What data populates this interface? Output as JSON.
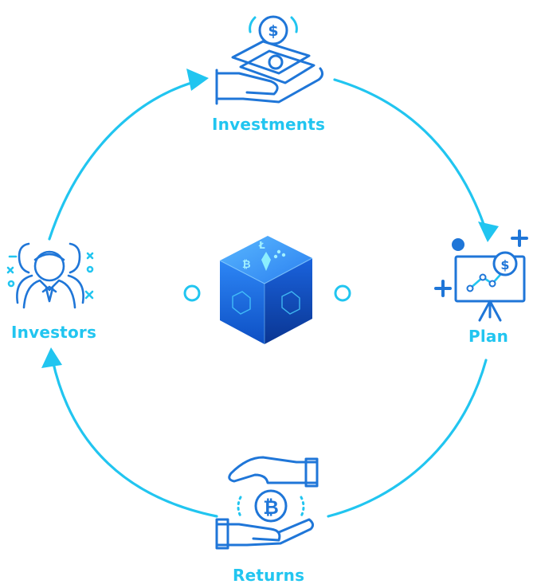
{
  "nodes": {
    "investments": {
      "label": "Investments",
      "icon": "hand-holding-money-icon"
    },
    "plan": {
      "label": "Plan",
      "icon": "presentation-chart-icon"
    },
    "returns": {
      "label": "Returns",
      "icon": "hands-exchanging-bitcoin-icon"
    },
    "investors": {
      "label": "Investors",
      "icon": "investor-group-icon"
    },
    "center": {
      "icon": "crypto-blockchain-cube-icon"
    }
  },
  "colors": {
    "primary_blue": "#1f76d8",
    "accent_cyan": "#21c5f0",
    "cube_dark": "#0b3fb0",
    "cube_light": "#4fa6ff"
  }
}
